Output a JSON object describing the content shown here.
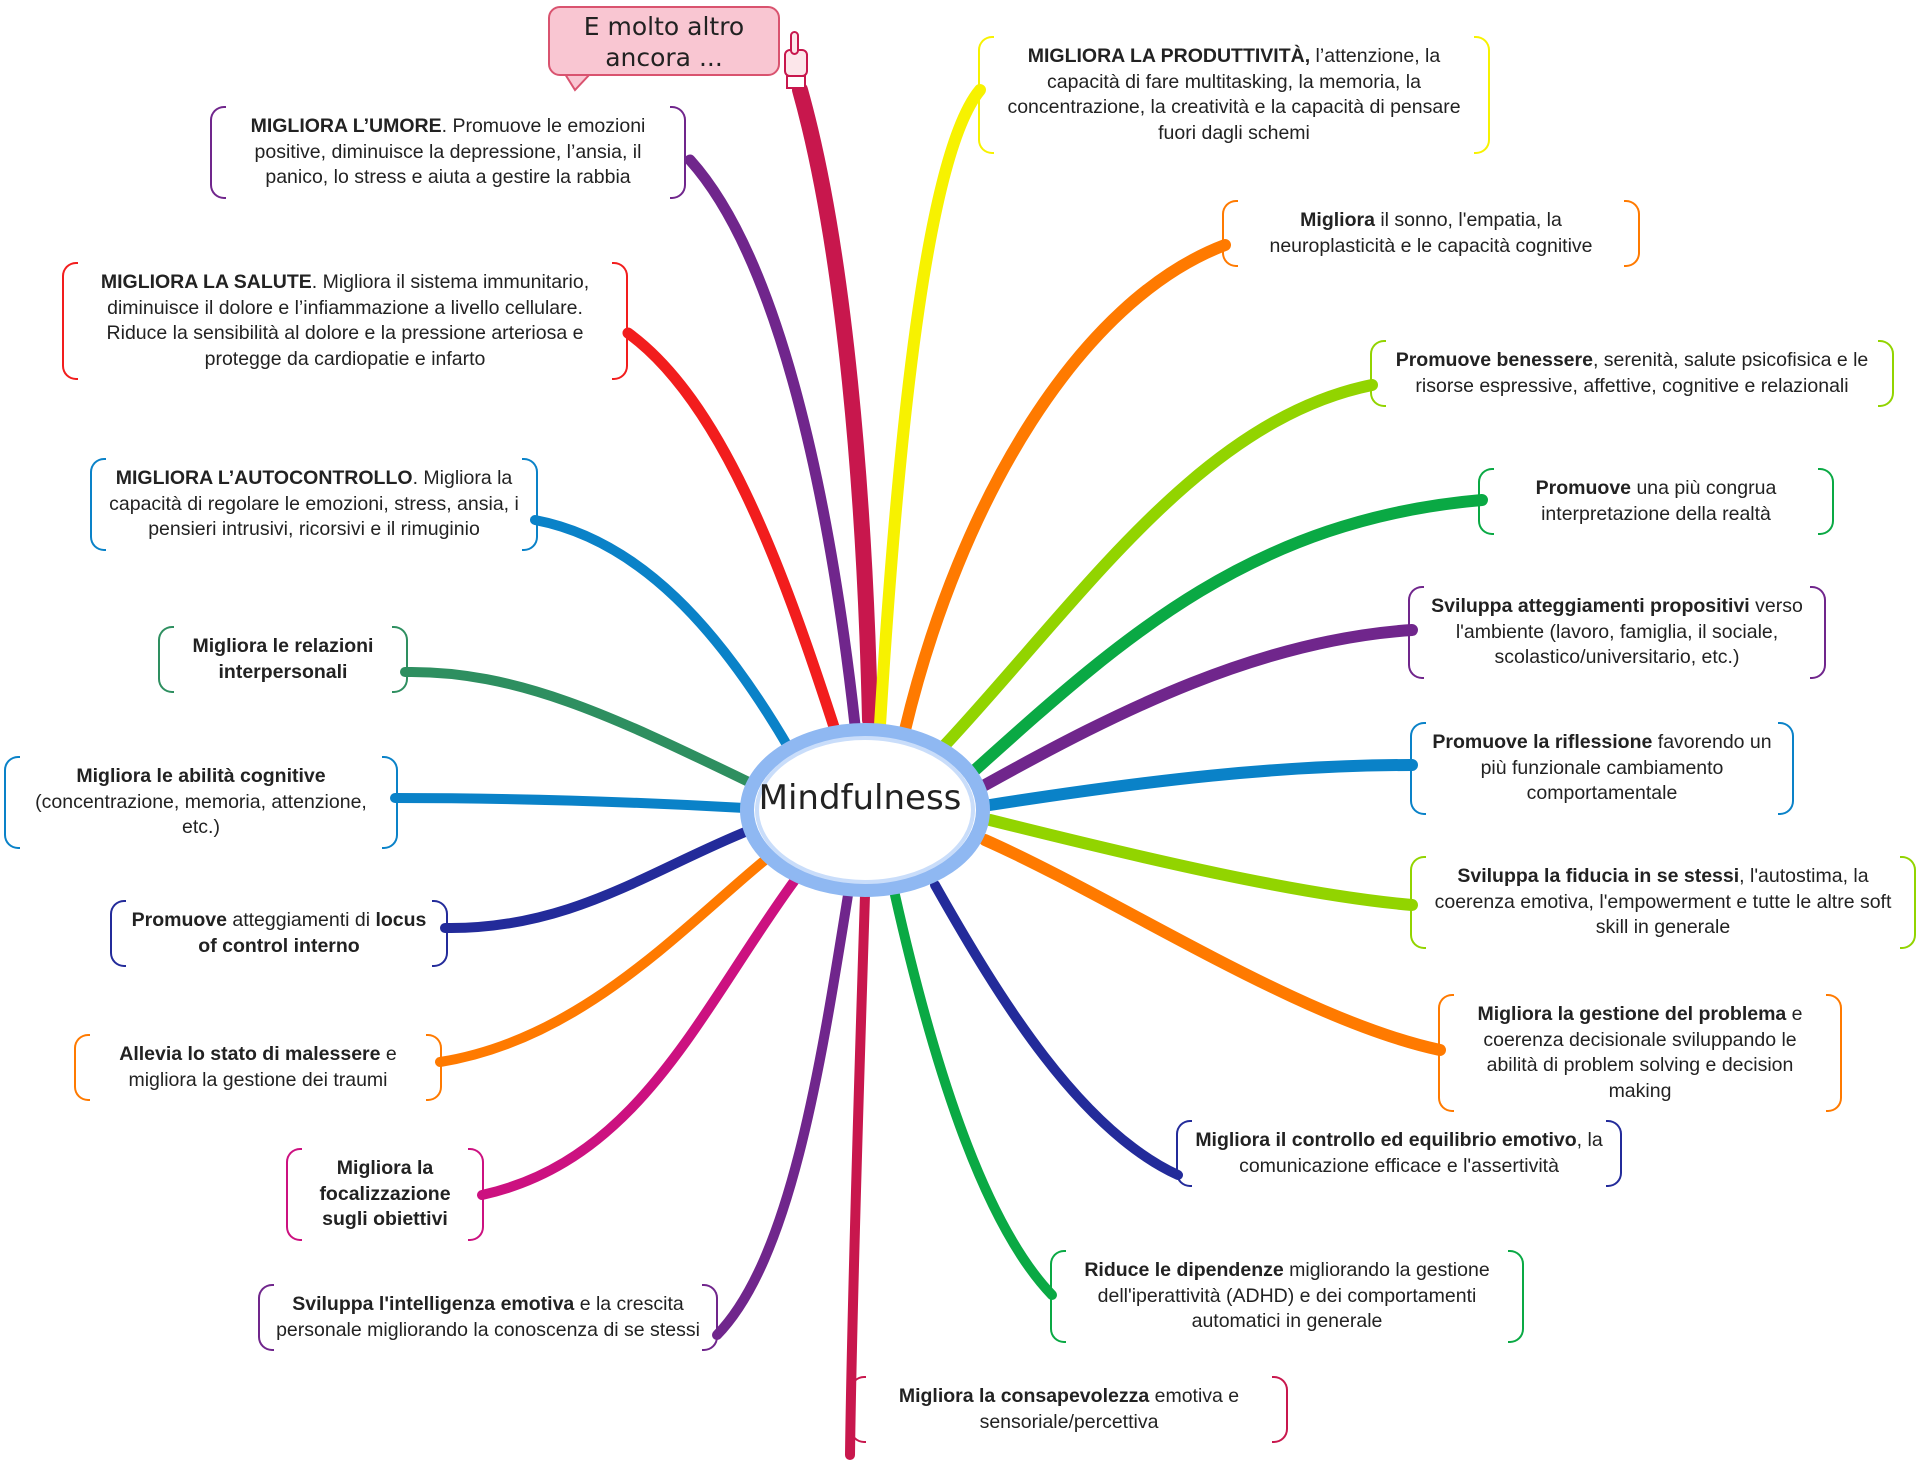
{
  "center": "Mindfulness",
  "callout": {
    "line1": "E molto altro",
    "line2": "ancora ..."
  },
  "colors": {
    "crimson": "#c8174d",
    "yellow": "#f7f200",
    "orange": "#ff7a00",
    "lime": "#92d400",
    "green": "#0aa944",
    "purple": "#70268c",
    "blue": "#0a82c8",
    "red": "#f21d1d",
    "teal": "#2e8f60",
    "navy": "#232b9a",
    "magenta": "#cc1180",
    "ellipse": "#8fb8f2"
  },
  "left_nodes": [
    {
      "id": "umore",
      "bold": "MIGLIORA L’UMORE",
      "text": ". Promuove le emozioni positive, diminuisce la depressione, l’ansia, il panico, lo stress e aiuta a gestire la rabbia",
      "color": "purple"
    },
    {
      "id": "salute",
      "bold": "MIGLIORA LA SALUTE",
      "text": ". Migliora il sistema immunitario, diminuisce il dolore e l’infiammazione a livello cellulare. Riduce la sensibilità al dolore e la pressione arteriosa e protegge da cardiopatie e infarto",
      "color": "red"
    },
    {
      "id": "autocontrollo",
      "bold": "MIGLIORA L’AUTOCONTROLLO",
      "text": ". Migliora la capacità di regolare le emozioni, stress, ansia, i pensieri intrusivi, ricorsivi e il rimuginio",
      "color": "blue"
    },
    {
      "id": "relazioni",
      "bold": "Migliora le relazioni interpersonali",
      "text": "",
      "color": "teal"
    },
    {
      "id": "cognitive",
      "bold": "Migliora le abilità cognitive",
      "text": " (concentrazione, memoria, attenzione, etc.)",
      "color": "blue"
    },
    {
      "id": "locus",
      "bold": "Promuove",
      "text": " atteggiamenti di ",
      "bold2": "locus of control interno",
      "color": "navy"
    },
    {
      "id": "malessere",
      "bold": "Allevia lo stato di malessere",
      "text": " e migliora la gestione dei traumi",
      "color": "orange"
    },
    {
      "id": "obiettivi",
      "bold": "Migliora la focalizzazione sugli obiettivi",
      "text": "",
      "color": "magenta"
    },
    {
      "id": "intelligenza",
      "bold": "Sviluppa l'intelligenza emotiva",
      "text": " e la crescita personale migliorando la conoscenza di se stessi",
      "color": "purple"
    }
  ],
  "right_nodes": [
    {
      "id": "produttivita",
      "bold": "MIGLIORA LA PRODUTTIVITÀ,",
      "text": " l’attenzione, la capacità di fare multitasking, la memoria, la concentrazione, la creatività e la capacità di pensare fuori dagli schemi",
      "color": "yellow"
    },
    {
      "id": "sonno",
      "bold": "Migliora",
      "text": " il sonno, l'empatia, la neuroplasticità e le capacità cognitive",
      "color": "orange"
    },
    {
      "id": "benessere",
      "bold": "Promuove benessere",
      "text": ", serenità, salute psicofisica e le risorse espressive, affettive, cognitive e relazionali",
      "color": "lime"
    },
    {
      "id": "realta",
      "bold": "Promuove",
      "text": " una più congrua interpretazione della realtà",
      "color": "green"
    },
    {
      "id": "propositivi",
      "bold": "Sviluppa atteggiamenti propositivi",
      "text": " verso l'ambiente (lavoro, famiglia, il sociale, scolastico/universitario, etc.)",
      "color": "purple"
    },
    {
      "id": "riflessione",
      "bold": "Promuove la riflessione",
      "text": " favorendo un più funzionale cambiamento comportamentale",
      "color": "blue"
    },
    {
      "id": "fiducia",
      "bold": "Sviluppa la fiducia in se stessi",
      "text": ", l'autostima, la coerenza emotiva, l'empowerment e tutte le altre soft skill in generale",
      "color": "lime"
    },
    {
      "id": "problema",
      "bold": "Migliora la gestione del problema",
      "text": " e coerenza decisionale sviluppando le abilità di problem solving e decision making",
      "color": "orange"
    },
    {
      "id": "equilibrio",
      "bold": "Migliora il controllo ed equilibrio emotivo",
      "text": ", la comunicazione efficace e l'assertività",
      "color": "navy"
    },
    {
      "id": "dipendenze",
      "bold": "Riduce le dipendenze",
      "text": " migliorando la gestione dell'iperattività (ADHD) e dei comportamenti automatici in generale",
      "color": "green"
    }
  ],
  "bottom_node": {
    "id": "consapevolezza",
    "bold": "Migliora la consapevolezza",
    "text": " emotiva e sensoriale/percettiva",
    "color": "crimson"
  }
}
